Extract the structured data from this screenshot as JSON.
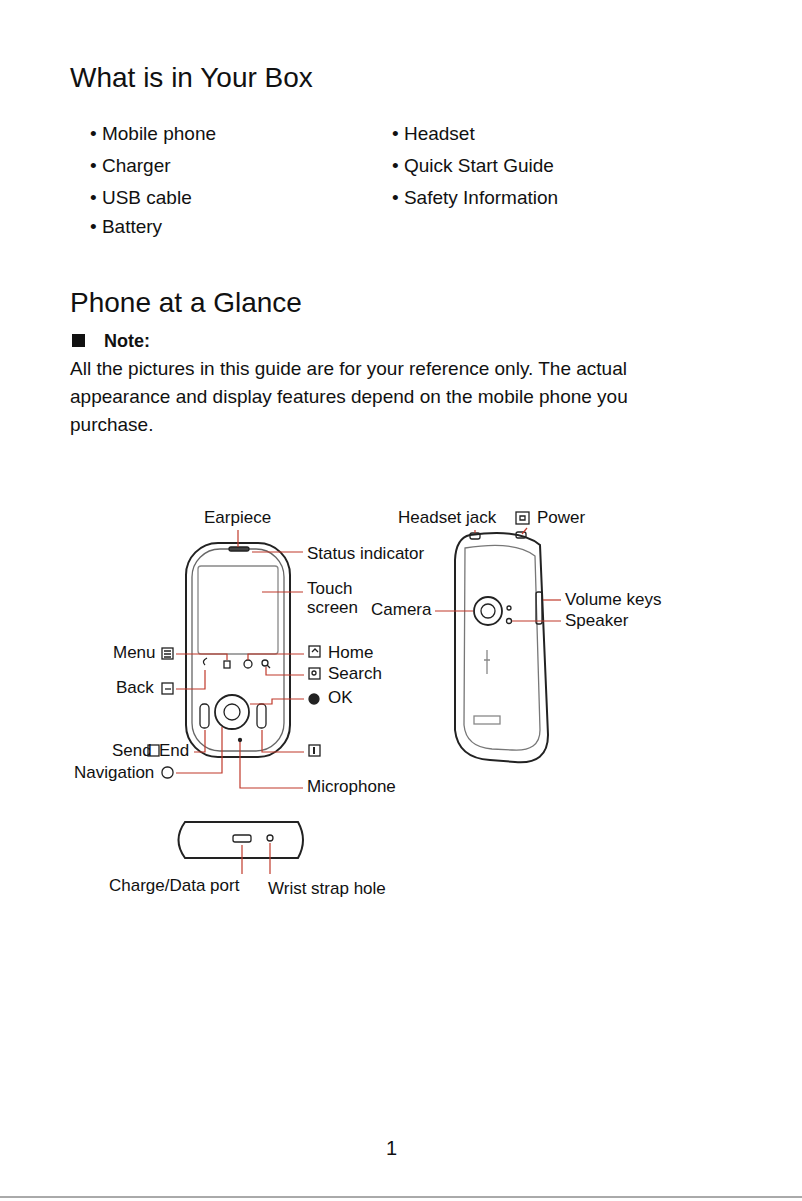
{
  "diagram": {
    "title": "What is in Your Box",
    "labels": [
      "• Mobile phone",
      "• Charger",
      "• USB cable",
      "• Battery",
      "• Headset",
      "• Quick Start Guide",
      "• Safety Information",
      "Phone at a Glance",
      "Note:",
      "All the pictures in this guide are for your reference only. The actual appearance and display features depend on the mobile phone you purchase.",
      "Earpiece",
      "Headset jack",
      "Power",
      "Status indicator",
      "Touch screen",
      "Camera",
      "Volume keys",
      "Speaker",
      "Menu",
      "Home",
      "Search",
      "Back",
      "OK",
      "Send",
      "End",
      "Navigation",
      "Microphone",
      "Charge/Data port",
      "Wrist strap hole",
      "1"
    ]
  }
}
